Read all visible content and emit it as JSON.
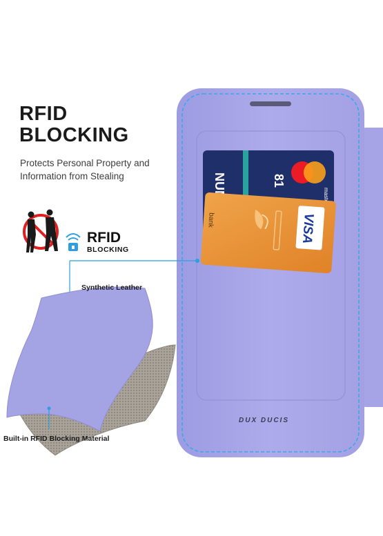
{
  "heading": {
    "line1": "RFID",
    "line2": "BLOCKING"
  },
  "subtitle": {
    "line1": "Protects Personal Property and",
    "line2": "Information from Stealing"
  },
  "badge": {
    "title": "RFID",
    "subtitle": "BLOCKING"
  },
  "labels": {
    "synthetic": "Synthetic Leather",
    "blocking_material": "Built-in RFID Blocking Material"
  },
  "brand": "DUX DUCIS",
  "cards": {
    "mastercard_text": "NUM",
    "mastercard_small": "mastercard",
    "visa_text": "bank",
    "visa_logo": "VISA"
  },
  "colors": {
    "case": "#a9a7e6",
    "stitch": "#3ba8e6",
    "accent": "#2d9fe0",
    "no_sign": "#e02020"
  }
}
